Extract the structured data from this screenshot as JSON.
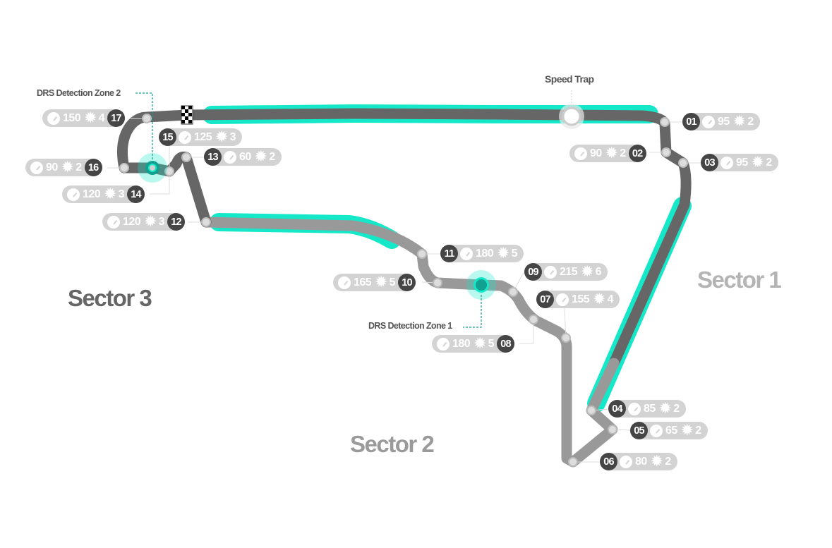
{
  "title": "Circuit Map",
  "colors": {
    "drs": "#14e8c9",
    "sector1_track": "#666666",
    "sector2_track": "#999999",
    "sector3_track": "#666666",
    "pill_bg": "#d3d3d3",
    "badge_bg": "#454545",
    "sector1_label": "#b4b4b4",
    "sector2_label": "#9a9a9a",
    "sector3_label": "#666666"
  },
  "sectors": [
    {
      "label": "Sector 1"
    },
    {
      "label": "Sector 2"
    },
    {
      "label": "Sector 3"
    }
  ],
  "annotations": {
    "speed_trap": "Speed Trap",
    "drs_detection_1": "DRS Detection Zone 1",
    "drs_detection_2": "DRS Detection Zone 2"
  },
  "icons": {
    "speed": "speedometer-icon",
    "gear": "gear-icon",
    "finish": "chequered-flag-icon"
  },
  "turns": [
    {
      "number": "01",
      "speed": "95",
      "gear": "2"
    },
    {
      "number": "02",
      "speed": "90",
      "gear": "2"
    },
    {
      "number": "03",
      "speed": "95",
      "gear": "2"
    },
    {
      "number": "04",
      "speed": "85",
      "gear": "2"
    },
    {
      "number": "05",
      "speed": "65",
      "gear": "2"
    },
    {
      "number": "06",
      "speed": "80",
      "gear": "2"
    },
    {
      "number": "07",
      "speed": "155",
      "gear": "4"
    },
    {
      "number": "08",
      "speed": "180",
      "gear": "5"
    },
    {
      "number": "09",
      "speed": "215",
      "gear": "6"
    },
    {
      "number": "10",
      "speed": "165",
      "gear": "5"
    },
    {
      "number": "11",
      "speed": "180",
      "gear": "5"
    },
    {
      "number": "12",
      "speed": "120",
      "gear": "3"
    },
    {
      "number": "13",
      "speed": "60",
      "gear": "2"
    },
    {
      "number": "14",
      "speed": "120",
      "gear": "3"
    },
    {
      "number": "15",
      "speed": "125",
      "gear": "3"
    },
    {
      "number": "16",
      "speed": "90",
      "gear": "2"
    },
    {
      "number": "17",
      "speed": "150",
      "gear": "4"
    }
  ]
}
